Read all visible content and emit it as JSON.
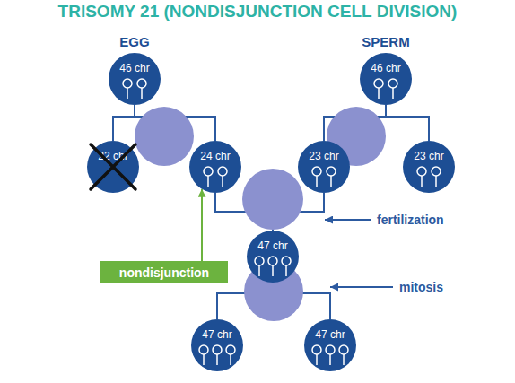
{
  "diagram": {
    "title": "TRISOMY 21 (NONDISJUNCTION CELL DIVISION)",
    "nodes": [
      {
        "text": [
          "46 chr"
        ]
      },
      {
        "text": [
          "46 chr"
        ]
      },
      {
        "text": [
          "22 chr"
        ]
      },
      {
        "text": [
          "24 chr"
        ]
      },
      {
        "text": [
          "23 chr"
        ]
      },
      {
        "text": [
          "23 chr"
        ]
      },
      {
        "text": [
          "47 chr"
        ]
      },
      {
        "text": [
          "nondisjunction"
        ]
      },
      {
        "text": [
          "47 chr"
        ]
      },
      {
        "text": [
          "47 chr"
        ]
      }
    ],
    "edges": [
      {
        "from": 0,
        "to": 2,
        "arrow": "none"
      },
      {
        "from": 0,
        "to": 3,
        "arrow": "none"
      },
      {
        "from": 1,
        "to": 4,
        "arrow": "none"
      },
      {
        "from": 1,
        "to": 5,
        "arrow": "none"
      },
      {
        "from": 3,
        "to": 6,
        "arrow": "none"
      },
      {
        "from": 4,
        "to": 6,
        "arrow": "none"
      },
      {
        "from": 7,
        "to": 3,
        "arrow": "to"
      },
      {
        "from": 6,
        "to": 8,
        "arrow": "none"
      },
      {
        "from": 6,
        "to": 9,
        "arrow": "none"
      }
    ],
    "labels": [
      "EGG",
      "SPERM",
      "fertilization",
      "mitosis"
    ]
  }
}
